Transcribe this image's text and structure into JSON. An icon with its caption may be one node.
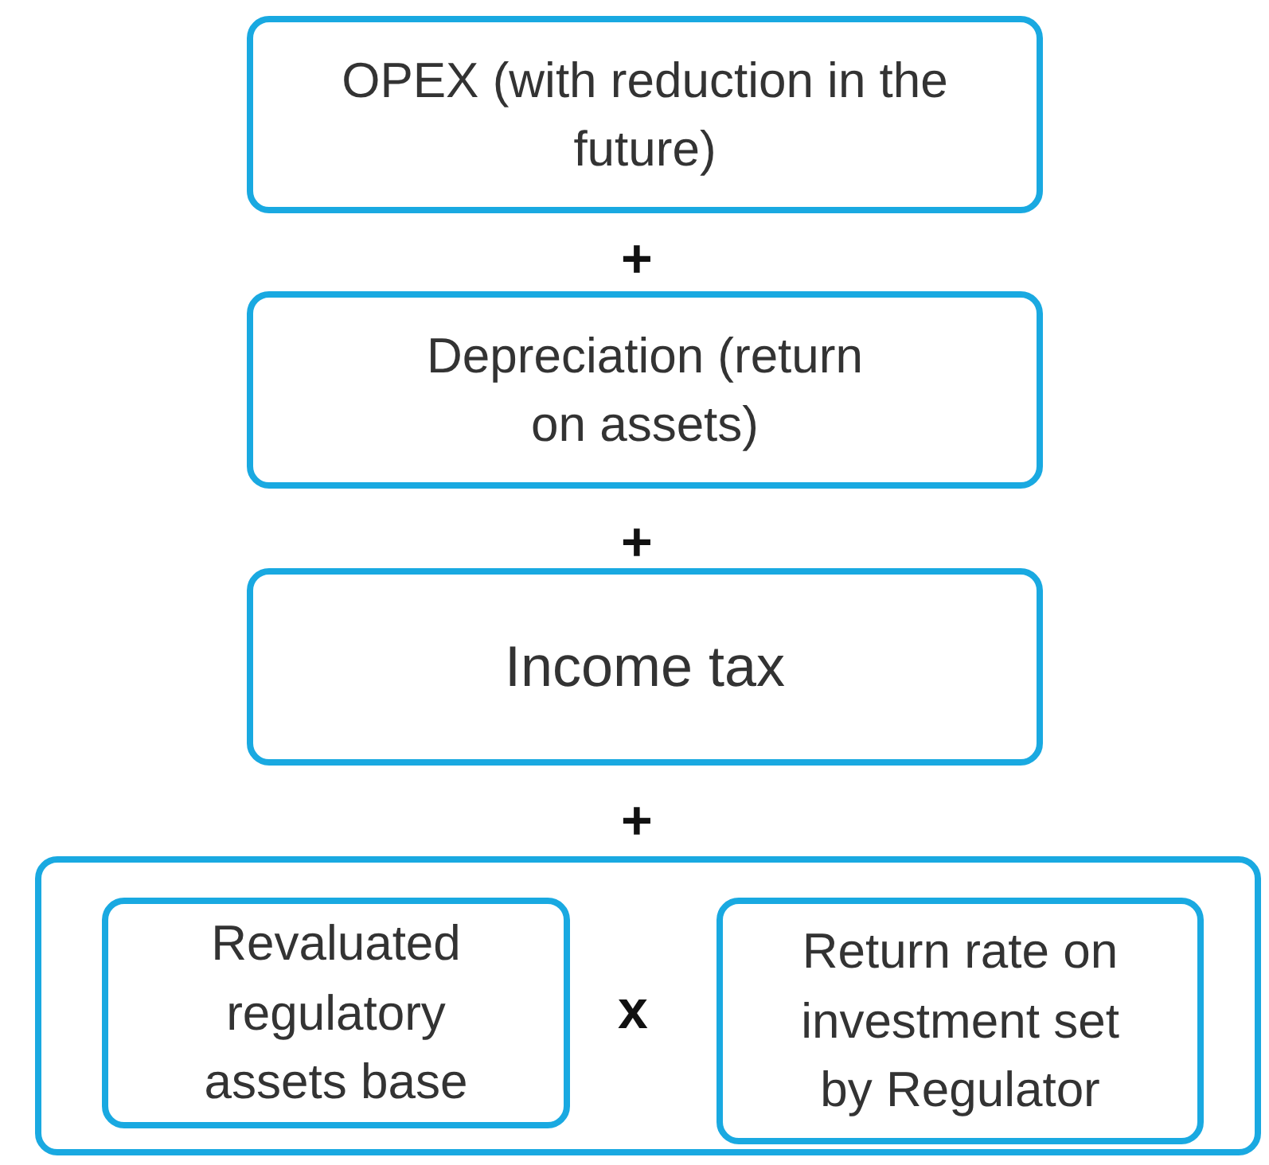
{
  "diagram": {
    "nodes": [
      {
        "text": [
          "OPEX (with reduction in the future)"
        ]
      },
      {
        "text": [
          "Depreciation (return on assets)"
        ]
      },
      {
        "text": [
          "Income tax"
        ]
      },
      {
        "text": [],
        "shape": "box"
      },
      {
        "text": [
          "Revaluated regulatory assets base"
        ],
        "in": 3
      },
      {
        "text": [
          "Return rate on investment set by Regulator"
        ],
        "in": 3
      }
    ],
    "labels": [
      "+",
      "+",
      "+",
      "x"
    ]
  }
}
